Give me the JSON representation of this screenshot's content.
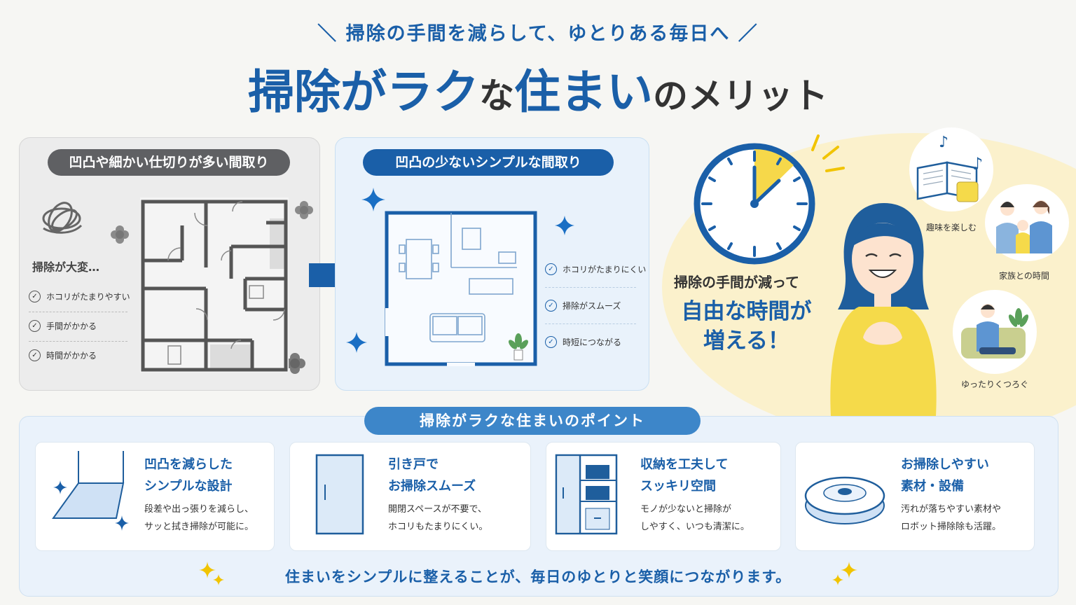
{
  "header": {
    "subtitle": "＼ 掃除の手間を減らして、ゆとりある毎日へ ／",
    "title_part1": "掃除がラク",
    "title_part2": "な",
    "title_part3": "住まい",
    "title_part4": "のメリット"
  },
  "before": {
    "pill": "凹凸や細かい仕切りが多い間取り",
    "label": "掃除が大変…",
    "items": [
      "ホコリがたまりやすい",
      "手間がかかる",
      "時間がかかる"
    ]
  },
  "after": {
    "pill": "凹凸の少ないシンプルな間取り",
    "items": [
      "ホコリがたまりにくい",
      "掃除がスムーズ",
      "時短につながる"
    ]
  },
  "benefit": {
    "line1": "掃除の手間が減って",
    "line2": "自由な時間が",
    "line3": "増える！",
    "captions": [
      "趣味を楽しむ",
      "家族との時間",
      "ゆったりくつろぐ"
    ]
  },
  "points": {
    "pill": "掃除がラクな住まいのポイント",
    "cards": [
      {
        "title1": "凹凸を減らした",
        "title2": "シンプルな設計",
        "desc1": "段差や出っ張りを減らし、",
        "desc2": "サッと拭き掃除が可能に。"
      },
      {
        "title1": "引き戸で",
        "title2": "お掃除スムーズ",
        "desc1": "開閉スペースが不要で、",
        "desc2": "ホコリもたまりにくい。"
      },
      {
        "title1": "収納を工夫して",
        "title2": "スッキリ空間",
        "desc1": "モノが少ないと掃除が",
        "desc2": "しやすく、いつも清潔に。"
      },
      {
        "title1": "お掃除しやすい",
        "title2": "素材・設備",
        "desc1": "汚れが落ちやすい素材や",
        "desc2": "ロボット掃除除も活躍。"
      }
    ],
    "footer": "住まいをシンプルに整えることが、毎日のゆとりと笑顔につながります。"
  },
  "colors": {
    "accent": "#1a5fa8",
    "yellow": "#f6d84a",
    "gray_pill": "#5f6063"
  }
}
